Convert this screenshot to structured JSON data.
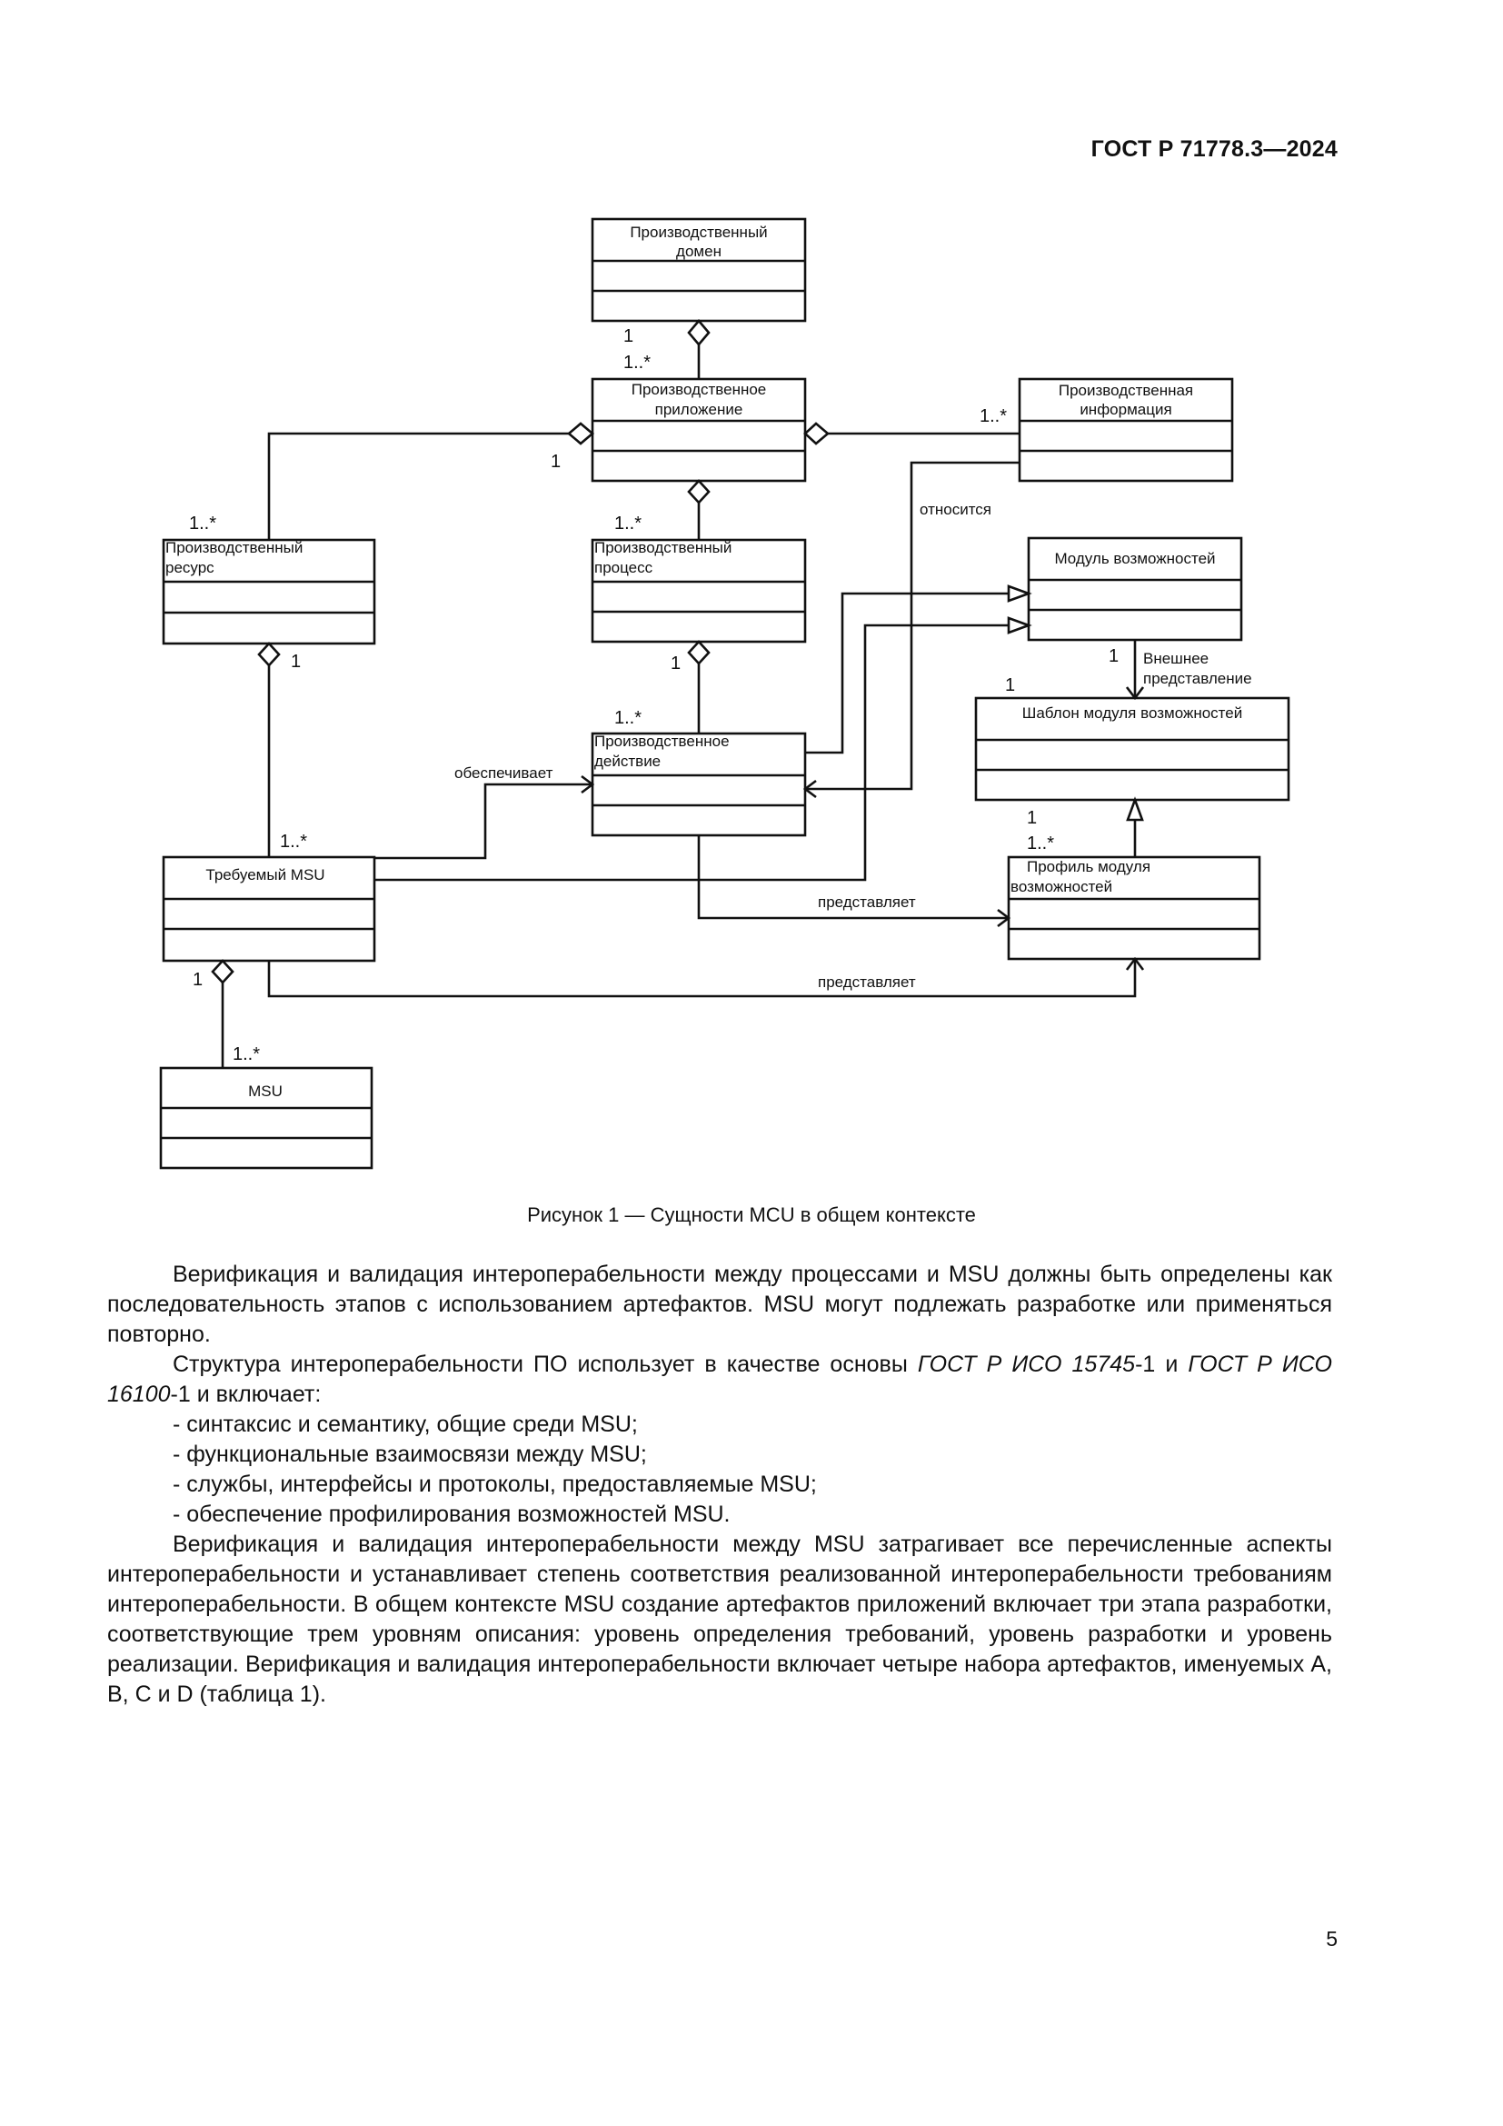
{
  "header": {
    "standard": "ГОСТ Р 71778.3—2024"
  },
  "diagram": {
    "classes": {
      "domain": [
        "Производственный",
        "домен"
      ],
      "application": [
        "Производственное",
        "приложение"
      ],
      "information": [
        "Производственная",
        "информация"
      ],
      "resource": [
        "Производственный",
        "ресурс"
      ],
      "process": [
        "Производственный",
        "процесс"
      ],
      "capability_module": [
        "Модуль возможностей"
      ],
      "action": [
        "Производственное",
        "действие"
      ],
      "template": [
        "Шаблон модуля возможностей"
      ],
      "required_msu": [
        "Требуемый MSU"
      ],
      "profile": [
        "Профиль модуля",
        "возможностей"
      ],
      "msu": [
        "MSU"
      ]
    },
    "labels": {
      "relates": "относится",
      "external_1": "Внешнее",
      "external_2": "представление",
      "provides": "обеспечивает",
      "represents_1": "представляет",
      "represents_2": "представляет"
    },
    "multiplicities": {
      "m_domain_1": "1",
      "m_app_many": "1..*",
      "m_app_1": "1",
      "m_info_many": "1..*",
      "m_res_many": "1..*",
      "m_proc_many": "1..*",
      "m_res_1": "1",
      "m_proc_1": "1",
      "m_mod_1": "1",
      "m_tpl_1": "1",
      "m_act_many": "1..*",
      "m_req_many": "1..*",
      "m_tpl_1b": "1",
      "m_prof_many": "1..*",
      "m_req_1": "1",
      "m_msu_many": "1..*"
    }
  },
  "caption": "Рисунок 1 — Сущности MCU в общем контексте",
  "paragraphs": {
    "p1": "Верификация и валидация интероперабельности между процессами и MSU должны быть определены как последовательность этапов с использованием артефактов. MSU могут подлежать разработке или применяться повторно.",
    "p2_start": "Структура интероперабельности ПО использует в качестве основы ",
    "p2_ref1": "ГОСТ Р ИСО 15745",
    "p2_mid": "-1 и ",
    "p2_ref2": "ГОСТ Р ИСО 16100",
    "p2_end": "-1 и включает:",
    "list": [
      "- синтаксис и семантику, общие среди MSU;",
      "- функциональные взаимосвязи между MSU;",
      "- службы, интерфейсы и протоколы, предоставляемые MSU;",
      "- обеспечение профилирования возможностей MSU."
    ],
    "p3": "Верификация и валидация интероперабельности между MSU затрагивает все перечисленные аспекты интероперабельности и устанавливает степень соответствия реализованной интероперабельности требованиям интероперабельности. В общем контексте MSU создание артефактов приложений включает три этапа разработки, соответствующие трем уровням описания: уровень определения требований, уровень разработки и уровень реализации. Верификация и валидация интероперабельности включает четыре набора артефактов, именуемых А, В, С и D (таблица 1)."
  },
  "page_number": "5"
}
